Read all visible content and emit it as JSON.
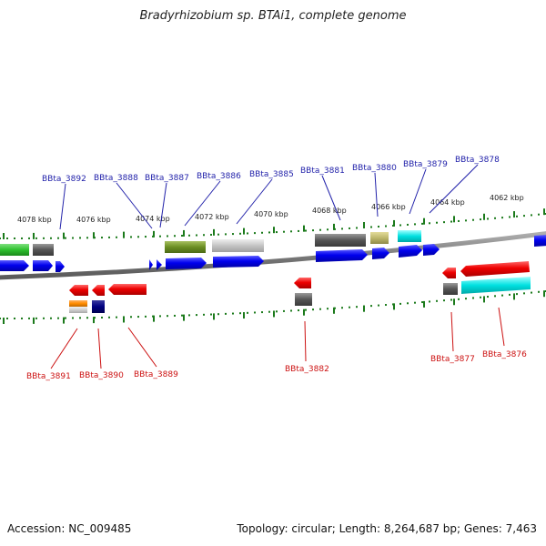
{
  "title": "Bradyrhizobium sp. BTAi1, complete genome",
  "footer": {
    "accession": "Accession: NC_009485",
    "summary": "Topology: circular; Length: 8,264,687 bp; Genes: 7,463"
  },
  "colors": {
    "forward_label": "#2222aa",
    "reverse_label": "#cc1111",
    "tick": "#1b7a1b",
    "backbone": "#808080"
  },
  "ruler_ticks": [
    "4078 kbp",
    "4076 kbp",
    "4074 kbp",
    "4072 kbp",
    "4070 kbp",
    "4068 kbp",
    "4066 kbp",
    "4064 kbp",
    "4062 kbp"
  ],
  "forward_labels": [
    "BBta_3892",
    "BBta_3888",
    "BBta_3887",
    "BBta_3886",
    "BBta_3885",
    "BBta_3881",
    "BBta_3880",
    "BBta_3879",
    "BBta_3878"
  ],
  "reverse_labels": [
    "BBta_3891",
    "BBta_3890",
    "BBta_3889",
    "BBta_3882",
    "BBta_3877",
    "BBta_3876"
  ]
}
